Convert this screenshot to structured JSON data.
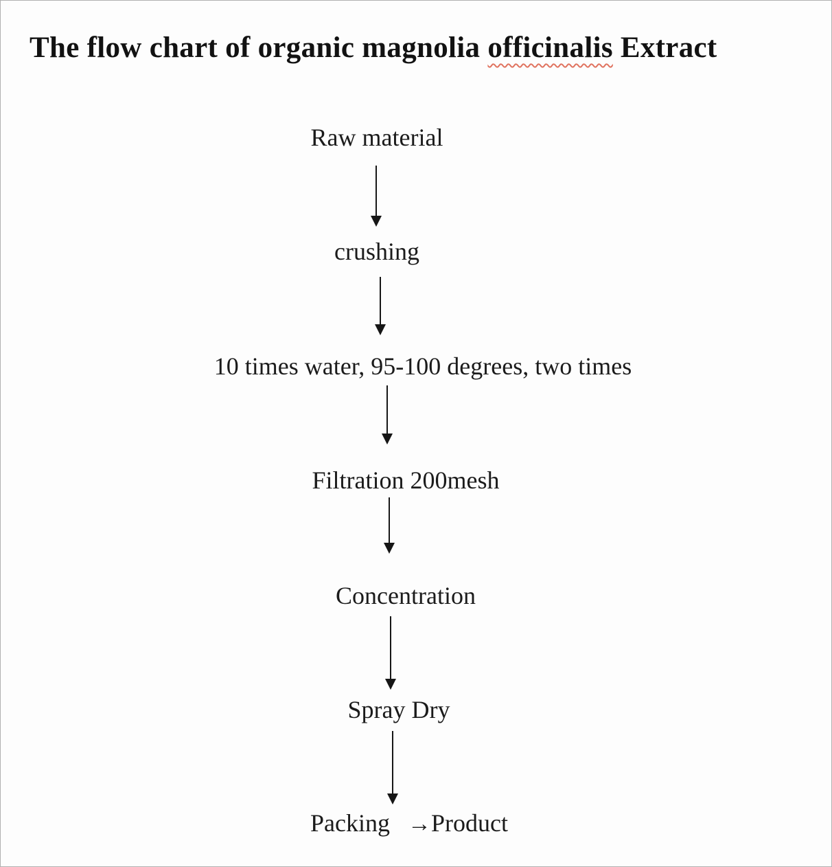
{
  "title": {
    "prefix": "The flow chart of organic magnolia ",
    "misspelled": "officinalis",
    "suffix": " Extract"
  },
  "colors": {
    "text": "#1b1b1b",
    "title_text": "#121212",
    "squiggle": "#e0735f",
    "arrow": "#161616",
    "page_background": "#fdfdfd",
    "page_border": "#b0b0b0"
  },
  "steps": [
    {
      "label": "Raw material"
    },
    {
      "label": "crushing"
    },
    {
      "label": "10 times water, 95-100 degrees, two times"
    },
    {
      "label": "Filtration 200mesh"
    },
    {
      "label": "Concentration"
    },
    {
      "label": "Spray Dry"
    }
  ],
  "final_row": {
    "packing": "Packing",
    "arrow": "→",
    "product": "Product"
  }
}
